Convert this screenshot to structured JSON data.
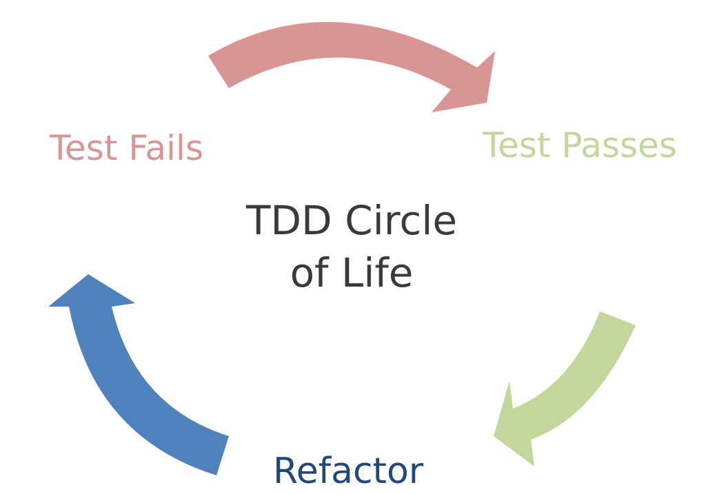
{
  "diagram": {
    "title_lines": [
      "TDD Circle",
      "of Life"
    ],
    "stages": [
      {
        "id": "fails",
        "label": "Test Fails",
        "color": "#D99594"
      },
      {
        "id": "passes",
        "label": "Test Passes",
        "color": "#C3D69B"
      },
      {
        "id": "refactor",
        "label": "Refactor",
        "color": "#1F497D"
      }
    ],
    "arrows": [
      {
        "from": "Test Fails",
        "to": "Test Passes",
        "color": "#D99594"
      },
      {
        "from": "Test Passes",
        "to": "Refactor",
        "color": "#C3D69B"
      },
      {
        "from": "Refactor",
        "to": "Test Fails",
        "color": "#4F81BD"
      }
    ],
    "title_color": "#3A3A3A"
  }
}
